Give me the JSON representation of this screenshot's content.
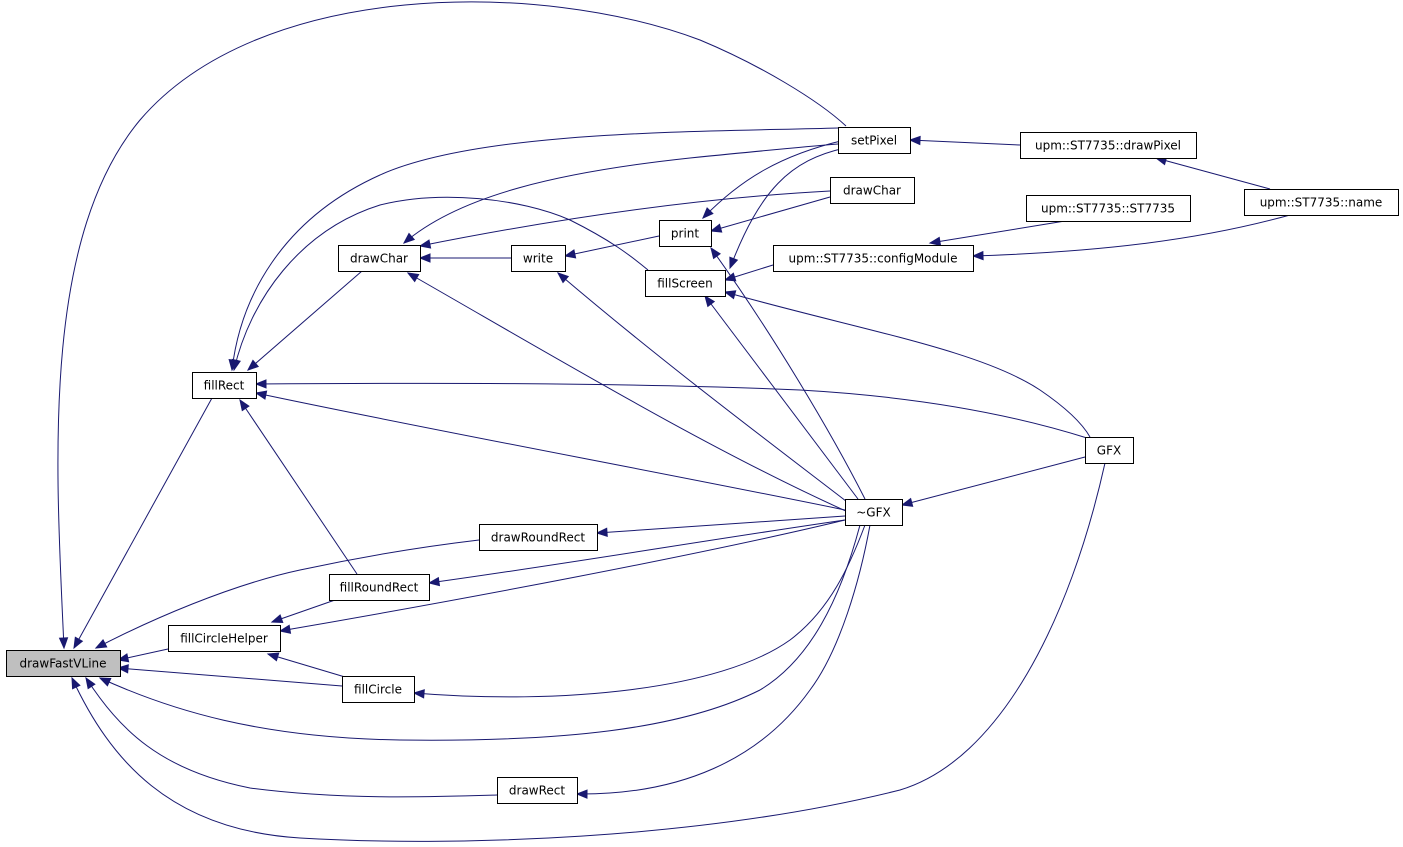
{
  "graph": {
    "nodes": [
      {
        "id": "drawFastVLine",
        "label": "drawFastVLine",
        "focus": true
      },
      {
        "id": "fillRect",
        "label": "fillRect"
      },
      {
        "id": "fillCircleHelper",
        "label": "fillCircleHelper"
      },
      {
        "id": "drawCharA",
        "label": "drawChar"
      },
      {
        "id": "write",
        "label": "write"
      },
      {
        "id": "print",
        "label": "print"
      },
      {
        "id": "fillScreen",
        "label": "fillScreen"
      },
      {
        "id": "setPixel",
        "label": "setPixel"
      },
      {
        "id": "drawCharB",
        "label": "drawChar"
      },
      {
        "id": "drawRoundRect",
        "label": "drawRoundRect"
      },
      {
        "id": "fillRoundRect",
        "label": "fillRoundRect"
      },
      {
        "id": "fillCircle",
        "label": "fillCircle"
      },
      {
        "id": "drawRect",
        "label": "drawRect"
      },
      {
        "id": "tildeGFX",
        "label": "~GFX"
      },
      {
        "id": "GFX",
        "label": "GFX"
      },
      {
        "id": "drawPixel",
        "label": "upm::ST7735::drawPixel"
      },
      {
        "id": "ctor",
        "label": "upm::ST7735::ST7735"
      },
      {
        "id": "configModule",
        "label": "upm::ST7735::configModule"
      },
      {
        "id": "name",
        "label": "upm::ST7735::name"
      }
    ],
    "edges": [
      {
        "from": "drawFastVLine",
        "to": "setPixel"
      },
      {
        "from": "drawFastVLine",
        "to": "fillRect"
      },
      {
        "from": "drawFastVLine",
        "to": "drawRoundRect"
      },
      {
        "from": "drawFastVLine",
        "to": "fillCircleHelper"
      },
      {
        "from": "drawFastVLine",
        "to": "fillCircle"
      },
      {
        "from": "drawFastVLine",
        "to": "tildeGFX"
      },
      {
        "from": "drawFastVLine",
        "to": "drawRect"
      },
      {
        "from": "drawFastVLine",
        "to": "GFX"
      },
      {
        "from": "fillRect",
        "to": "setPixel"
      },
      {
        "from": "fillRect",
        "to": "fillScreen"
      },
      {
        "from": "fillRect",
        "to": "drawCharA"
      },
      {
        "from": "fillRect",
        "to": "GFX"
      },
      {
        "from": "fillRect",
        "to": "tildeGFX"
      },
      {
        "from": "fillRect",
        "to": "fillRoundRect"
      },
      {
        "from": "fillCircleHelper",
        "to": "fillRoundRect"
      },
      {
        "from": "fillCircleHelper",
        "to": "tildeGFX"
      },
      {
        "from": "fillCircleHelper",
        "to": "fillCircle"
      },
      {
        "from": "drawCharA",
        "to": "setPixel"
      },
      {
        "from": "drawCharA",
        "to": "drawCharB"
      },
      {
        "from": "drawCharA",
        "to": "write"
      },
      {
        "from": "drawCharA",
        "to": "tildeGFX"
      },
      {
        "from": "write",
        "to": "print"
      },
      {
        "from": "write",
        "to": "tildeGFX"
      },
      {
        "from": "print",
        "to": "drawCharB"
      },
      {
        "from": "print",
        "to": "setPixel"
      },
      {
        "from": "print",
        "to": "tildeGFX"
      },
      {
        "from": "fillScreen",
        "to": "setPixel"
      },
      {
        "from": "fillScreen",
        "to": "configModule"
      },
      {
        "from": "fillScreen",
        "to": "GFX"
      },
      {
        "from": "fillScreen",
        "to": "tildeGFX"
      },
      {
        "from": "setPixel",
        "to": "drawPixel"
      },
      {
        "from": "drawPixel",
        "to": "name"
      },
      {
        "from": "configModule",
        "to": "ctor"
      },
      {
        "from": "configModule",
        "to": "name"
      },
      {
        "from": "drawRoundRect",
        "to": "tildeGFX"
      },
      {
        "from": "fillRoundRect",
        "to": "tildeGFX"
      },
      {
        "from": "fillCircle",
        "to": "tildeGFX"
      },
      {
        "from": "drawRect",
        "to": "tildeGFX"
      },
      {
        "from": "tildeGFX",
        "to": "GFX"
      }
    ]
  }
}
